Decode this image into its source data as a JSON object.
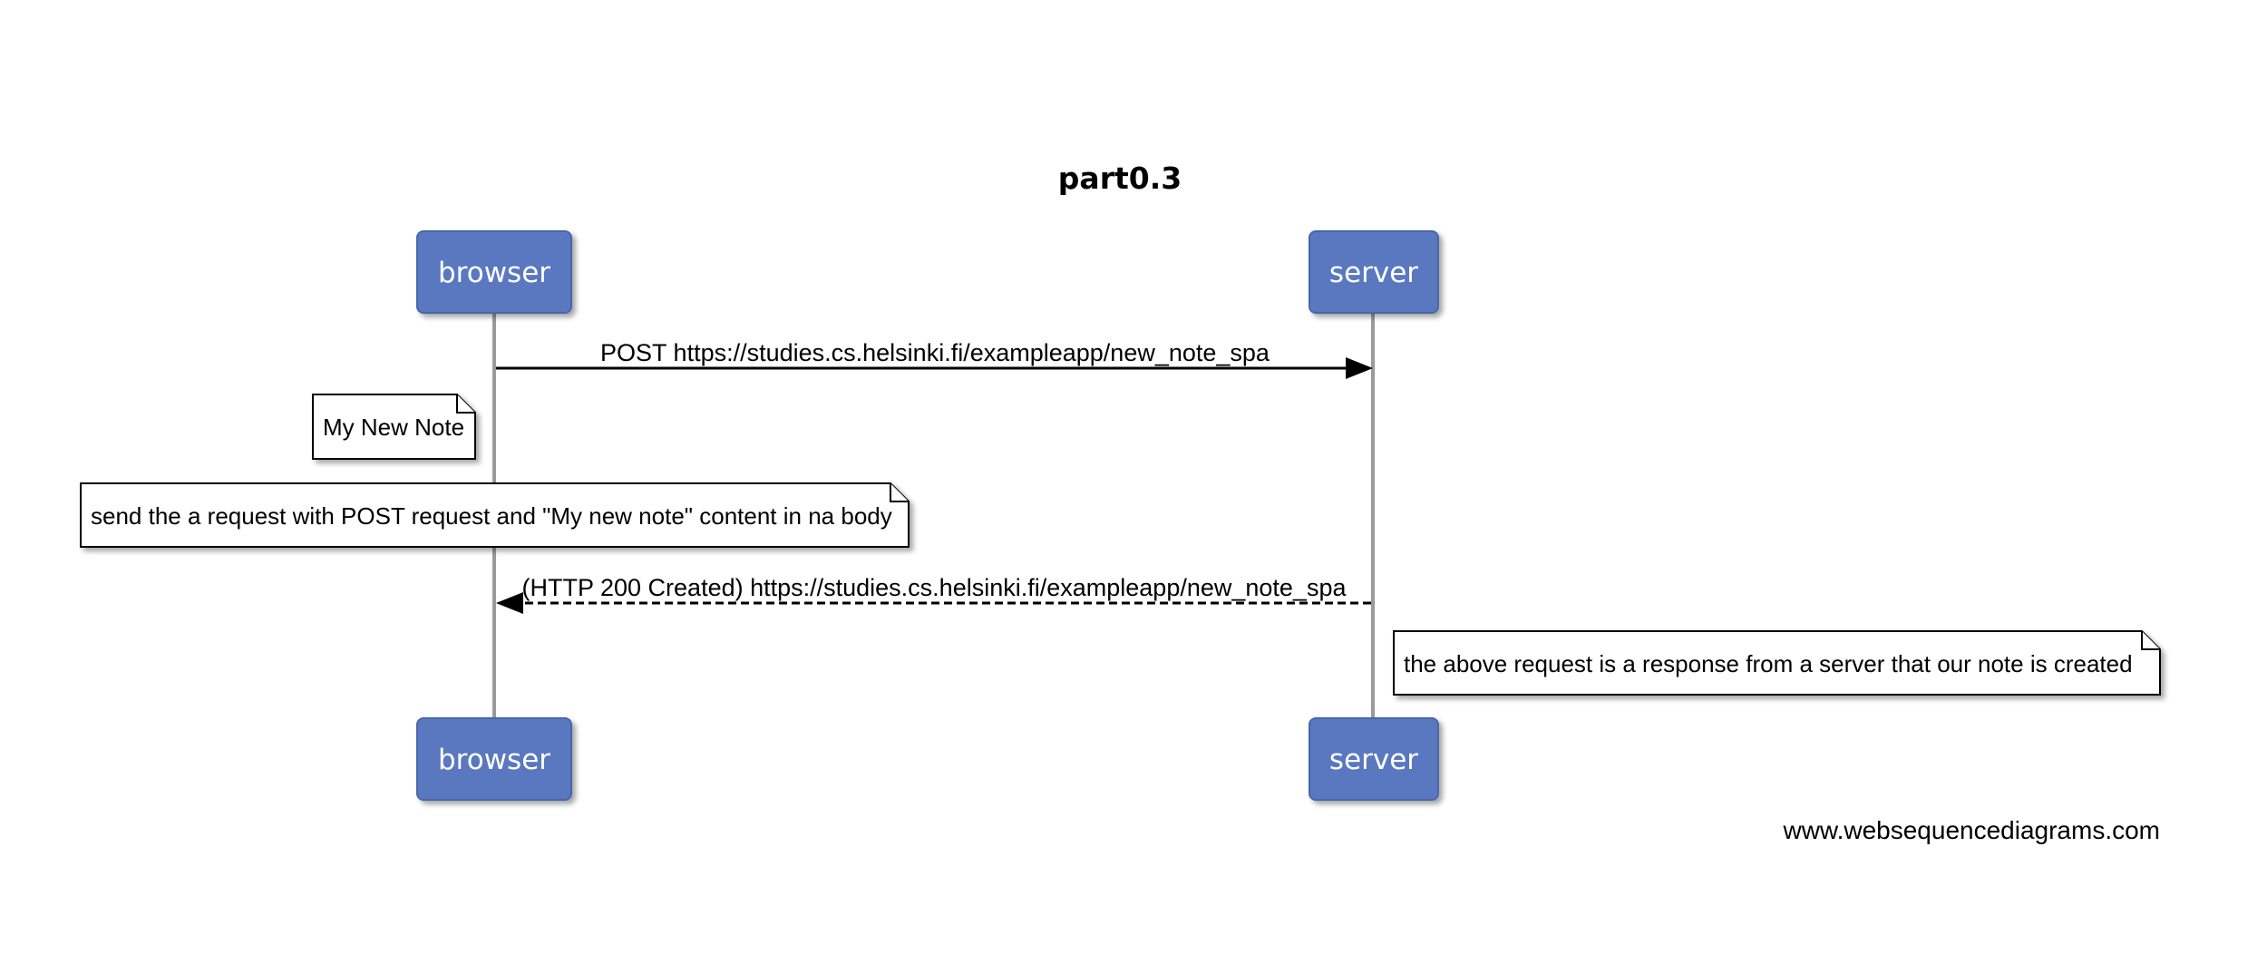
{
  "diagram": {
    "title": "part0.3",
    "participants": [
      {
        "id": "browser",
        "label": "browser"
      },
      {
        "id": "server",
        "label": "server"
      }
    ],
    "messages": [
      {
        "from": "browser",
        "to": "server",
        "style": "solid",
        "label": "POST https://studies.cs.helsinki.fi/exampleapp/new_note_spa"
      },
      {
        "from": "server",
        "to": "browser",
        "style": "dashed",
        "label": "(HTTP 200 Created) https://studies.cs.helsinki.fi/exampleapp/new_note_spa"
      }
    ],
    "notes": [
      {
        "position": "left of browser",
        "text": "My New Note"
      },
      {
        "position": "over browser",
        "text": "send the a request with POST request and \"My new note\" content in na body"
      },
      {
        "position": "right of server",
        "text": "the above request is a response from a server that our note is created"
      }
    ],
    "watermark": "www.websequencediagrams.com"
  },
  "colors": {
    "actor_fill": "#5a78c0",
    "actor_text": "#ffffff",
    "lifeline": "#9a9a9a",
    "arrow": "#000000",
    "note_fill": "#ffffff"
  }
}
